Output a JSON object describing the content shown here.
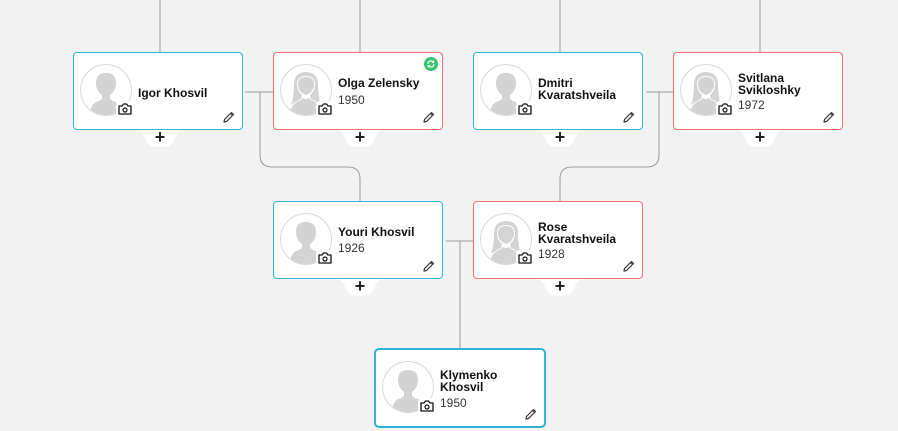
{
  "people": {
    "igor": {
      "name": "Igor Khosvil",
      "year": ""
    },
    "olga": {
      "name": "Olga Zelensky",
      "year": "1950"
    },
    "dmitri": {
      "name": "Dmitri Kvaratshveila",
      "year": ""
    },
    "svitlana": {
      "name": "Svitlana Svikloshky",
      "year": "1972"
    },
    "youri": {
      "name": "Youri Khosvil",
      "year": "1926"
    },
    "rose": {
      "name": "Rose Kvaratshveila",
      "year": "1928"
    },
    "klymenko": {
      "name": "Klymenko Khosvil",
      "year": "1950"
    }
  },
  "add_label": "+",
  "colors": {
    "male": "#2eb3d4",
    "female": "#f26d6d",
    "sync": "#34c26a",
    "background": "#f2f2f2"
  },
  "icons": {
    "edit": "pencil-icon",
    "photo": "camera-icon",
    "sync": "sync-icon",
    "avatar_male": "male-avatar-icon",
    "avatar_female": "female-avatar-icon"
  }
}
